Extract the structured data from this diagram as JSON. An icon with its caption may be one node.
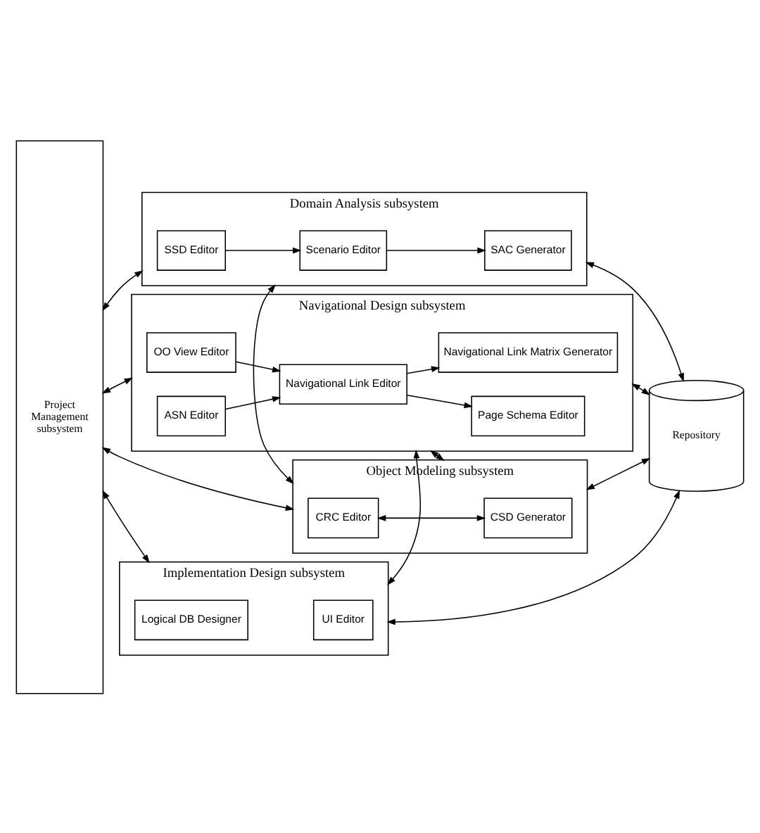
{
  "diagram": {
    "nodes": [
      {
        "text": [
          "Project Management subsystem"
        ]
      },
      {
        "text": [
          "Domain Analysis subsystem"
        ]
      },
      {
        "text": [
          "SSD Editor"
        ],
        "in": 1
      },
      {
        "text": [
          "Scenario Editor"
        ],
        "in": 1
      },
      {
        "text": [
          "SAC Generator"
        ],
        "in": 1
      },
      {
        "text": [
          "Object Modeling subsystem"
        ]
      },
      {
        "text": [
          "CRC Editor"
        ],
        "in": 5
      },
      {
        "text": [
          "CSD Generator"
        ],
        "in": 5
      },
      {
        "text": [
          "Navigational Design subsystem"
        ]
      },
      {
        "text": [
          "OO View Editor"
        ],
        "in": 8
      },
      {
        "text": [
          "Navigational Link Editor"
        ],
        "in": 8
      },
      {
        "text": [
          "Page Schema Editor"
        ],
        "in": 8
      },
      {
        "text": [
          "ASN Editor"
        ],
        "in": 8
      },
      {
        "text": [
          "Navigational Link Matrix Generator"
        ],
        "in": 8
      },
      {
        "text": [
          "Implementation Design subsystem"
        ]
      },
      {
        "text": [
          "Logical DB Designer"
        ],
        "in": 14
      },
      {
        "text": [
          "UI Editor"
        ],
        "in": 14
      },
      {
        "text": [
          "Repository"
        ]
      }
    ],
    "edges": [
      {
        "from": 0,
        "to": 1,
        "arrow": "both"
      },
      {
        "from": 0,
        "to": 5,
        "arrow": "both"
      },
      {
        "from": 0,
        "to": 8,
        "arrow": "both"
      },
      {
        "from": 0,
        "to": 14,
        "arrow": "both"
      },
      {
        "from": 2,
        "to": 3,
        "arrow": "to"
      },
      {
        "from": 3,
        "to": 4,
        "arrow": "to"
      },
      {
        "from": 1,
        "to": 5,
        "arrow": "both"
      },
      {
        "from": 6,
        "to": 7,
        "arrow": "both"
      },
      {
        "from": 5,
        "to": 8,
        "arrow": "both"
      },
      {
        "from": 9,
        "to": 10,
        "arrow": "to"
      },
      {
        "from": 12,
        "to": 10,
        "arrow": "to"
      },
      {
        "from": 10,
        "to": 11,
        "arrow": "to"
      },
      {
        "from": 10,
        "to": 13,
        "arrow": "to"
      },
      {
        "from": 8,
        "to": 14,
        "arrow": "both"
      },
      {
        "from": 1,
        "to": 17,
        "arrow": "both"
      },
      {
        "from": 5,
        "to": 17,
        "arrow": "both"
      },
      {
        "from": 8,
        "to": 17,
        "arrow": "both"
      },
      {
        "from": 14,
        "to": 17,
        "arrow": "both"
      }
    ]
  }
}
